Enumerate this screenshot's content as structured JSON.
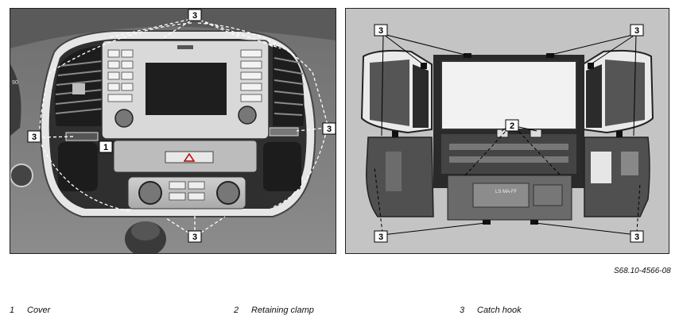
{
  "figure_ref": "S68.10-4566-08",
  "callouts": {
    "cover": "1",
    "retaining_clamp": "2",
    "catch_hook": "3"
  },
  "legend": [
    {
      "number": "1",
      "label": "Cover"
    },
    {
      "number": "2",
      "label": "Retaining clamp"
    },
    {
      "number": "3",
      "label": "Catch hook"
    }
  ],
  "gauge_reading": "90",
  "display_label": "LS MA-FF"
}
